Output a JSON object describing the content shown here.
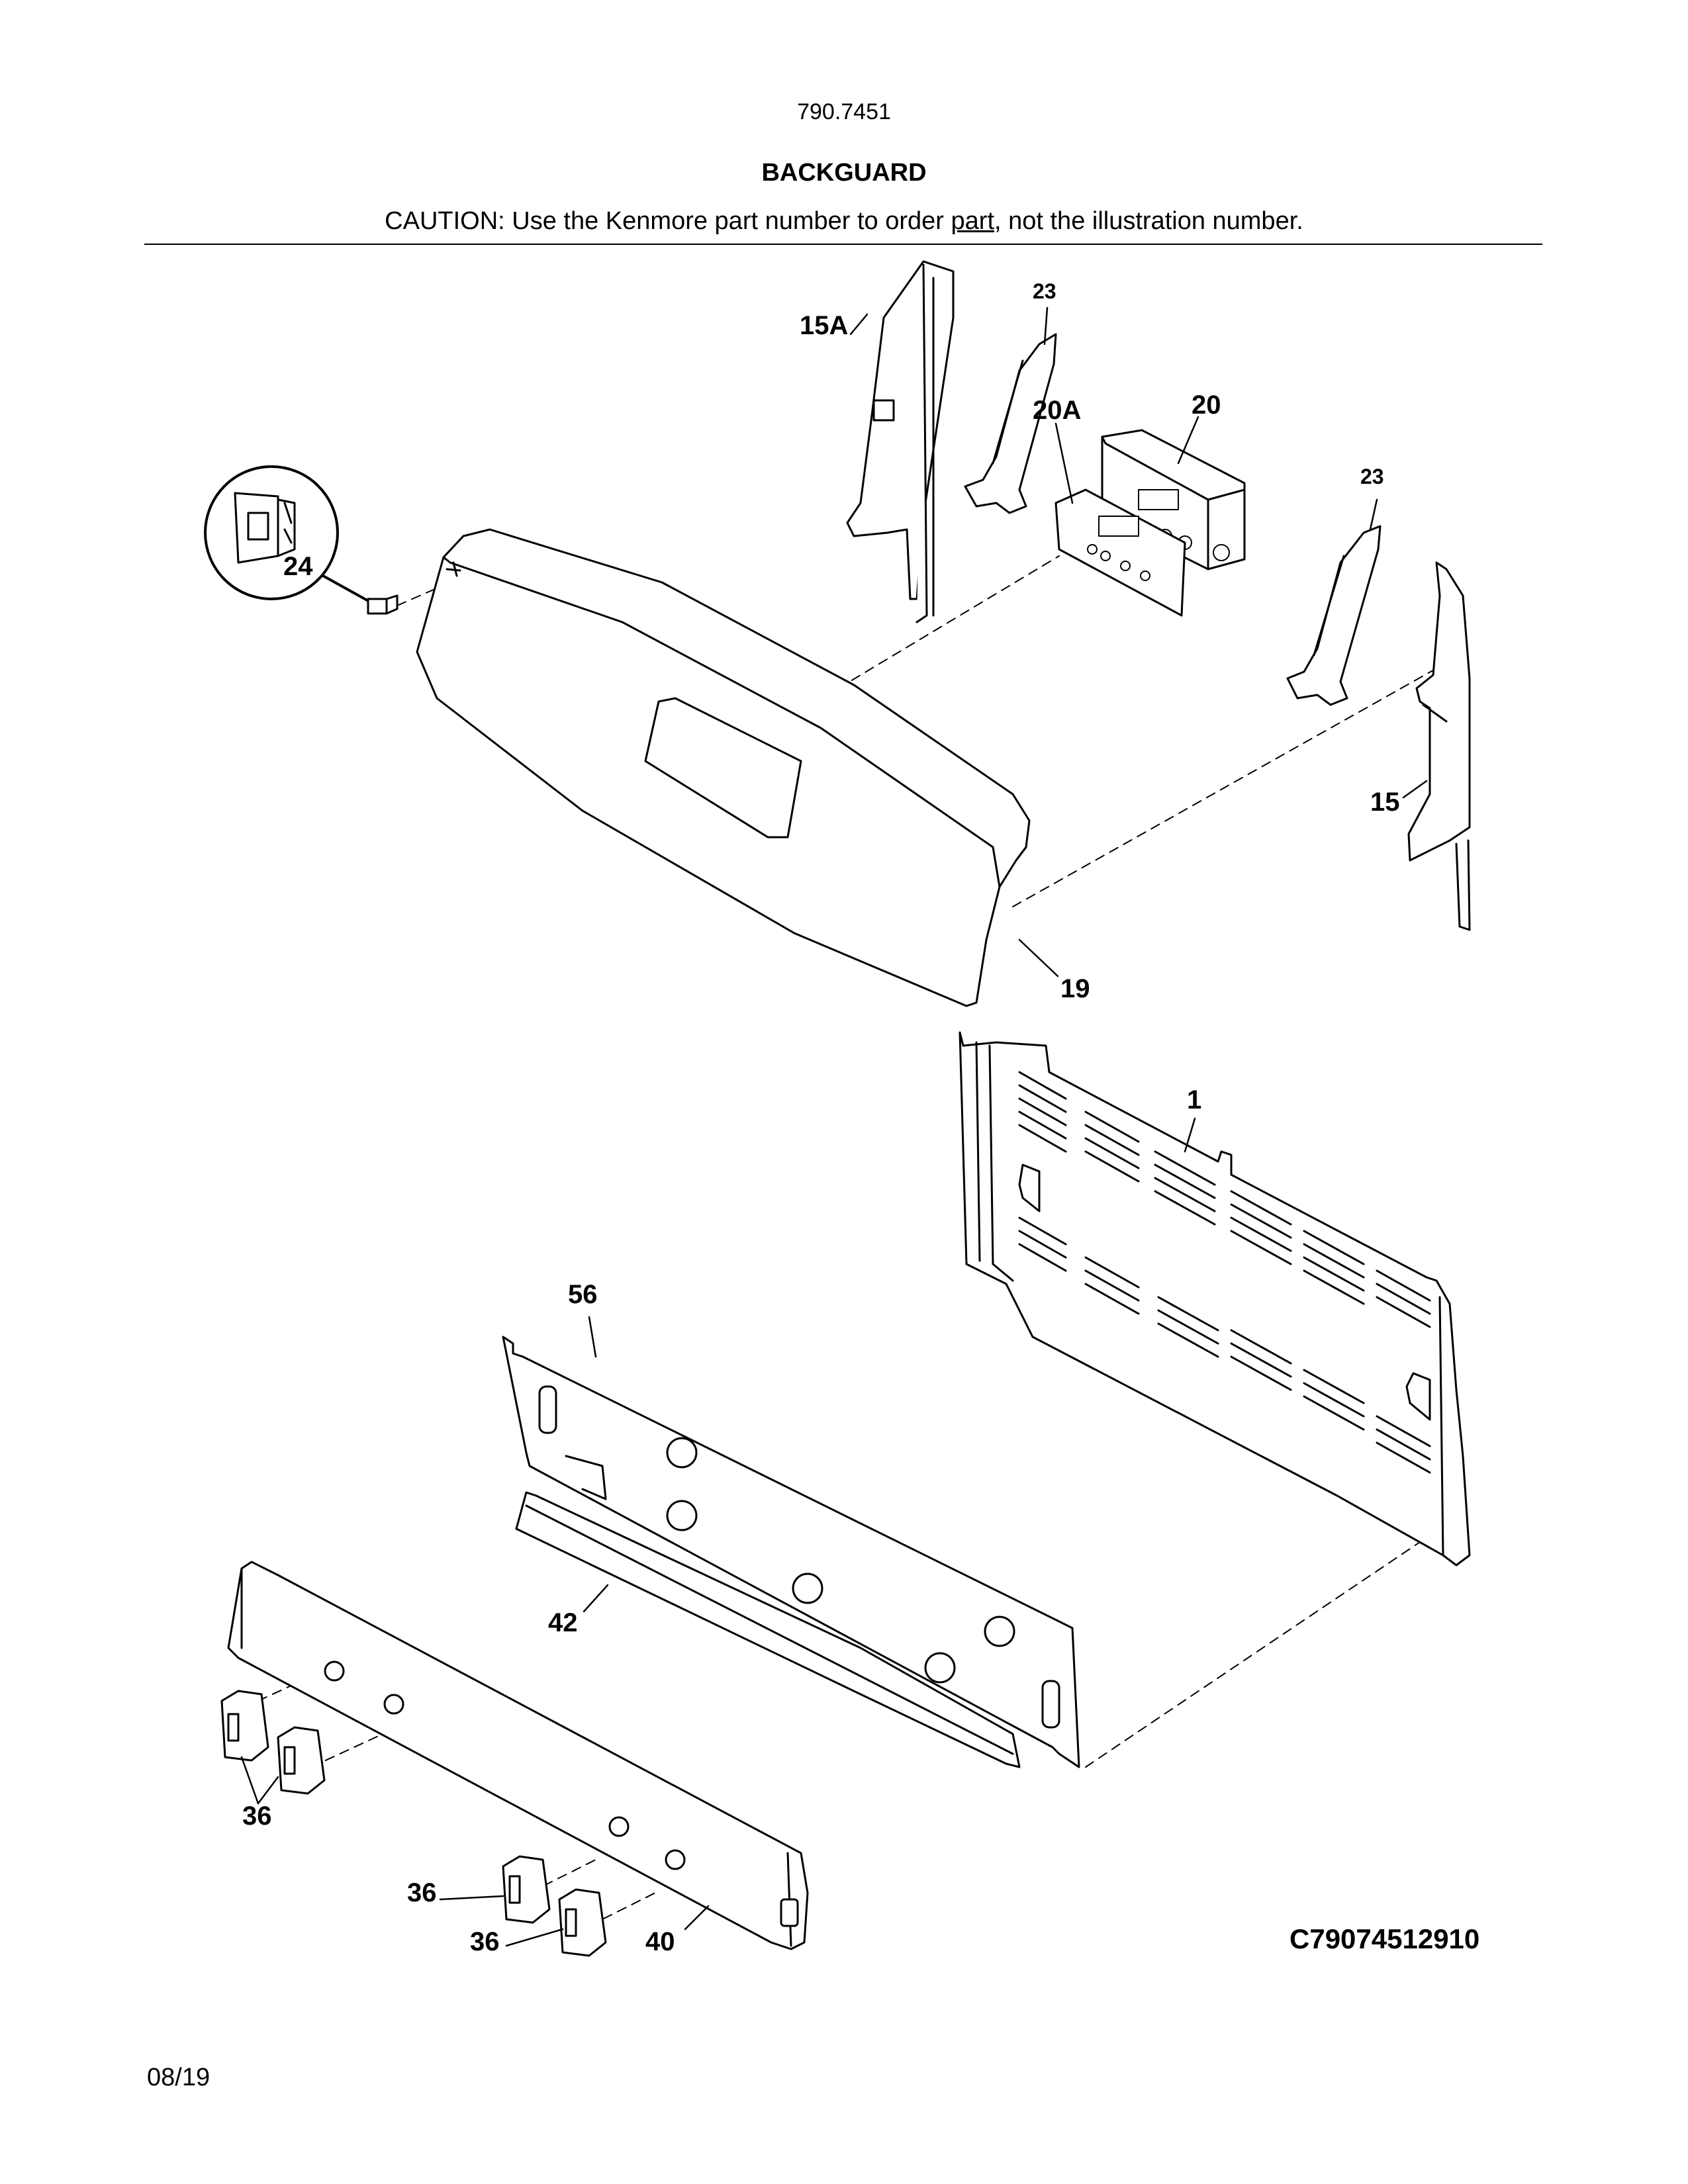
{
  "header": {
    "model_number": "790.7451",
    "section_title": "BACKGUARD",
    "caution_prefix": "CAUTION: Use the Kenmore part number to order ",
    "caution_link": "part",
    "caution_suffix": ", not the illustration number."
  },
  "parts": [
    {
      "ref": "1",
      "label": "1"
    },
    {
      "ref": "15",
      "label": "15"
    },
    {
      "ref": "15A",
      "label": "15A"
    },
    {
      "ref": "19",
      "label": "19"
    },
    {
      "ref": "20",
      "label": "20"
    },
    {
      "ref": "20A",
      "label": "20A"
    },
    {
      "ref": "23a",
      "label": "23"
    },
    {
      "ref": "23b",
      "label": "23"
    },
    {
      "ref": "24",
      "label": "24"
    },
    {
      "ref": "36a",
      "label": "36"
    },
    {
      "ref": "36b",
      "label": "36"
    },
    {
      "ref": "36c",
      "label": "36"
    },
    {
      "ref": "40",
      "label": "40"
    },
    {
      "ref": "42",
      "label": "42"
    },
    {
      "ref": "56",
      "label": "56"
    }
  ],
  "footer": {
    "diagram_code": "C79074512910",
    "date": "08/19"
  }
}
